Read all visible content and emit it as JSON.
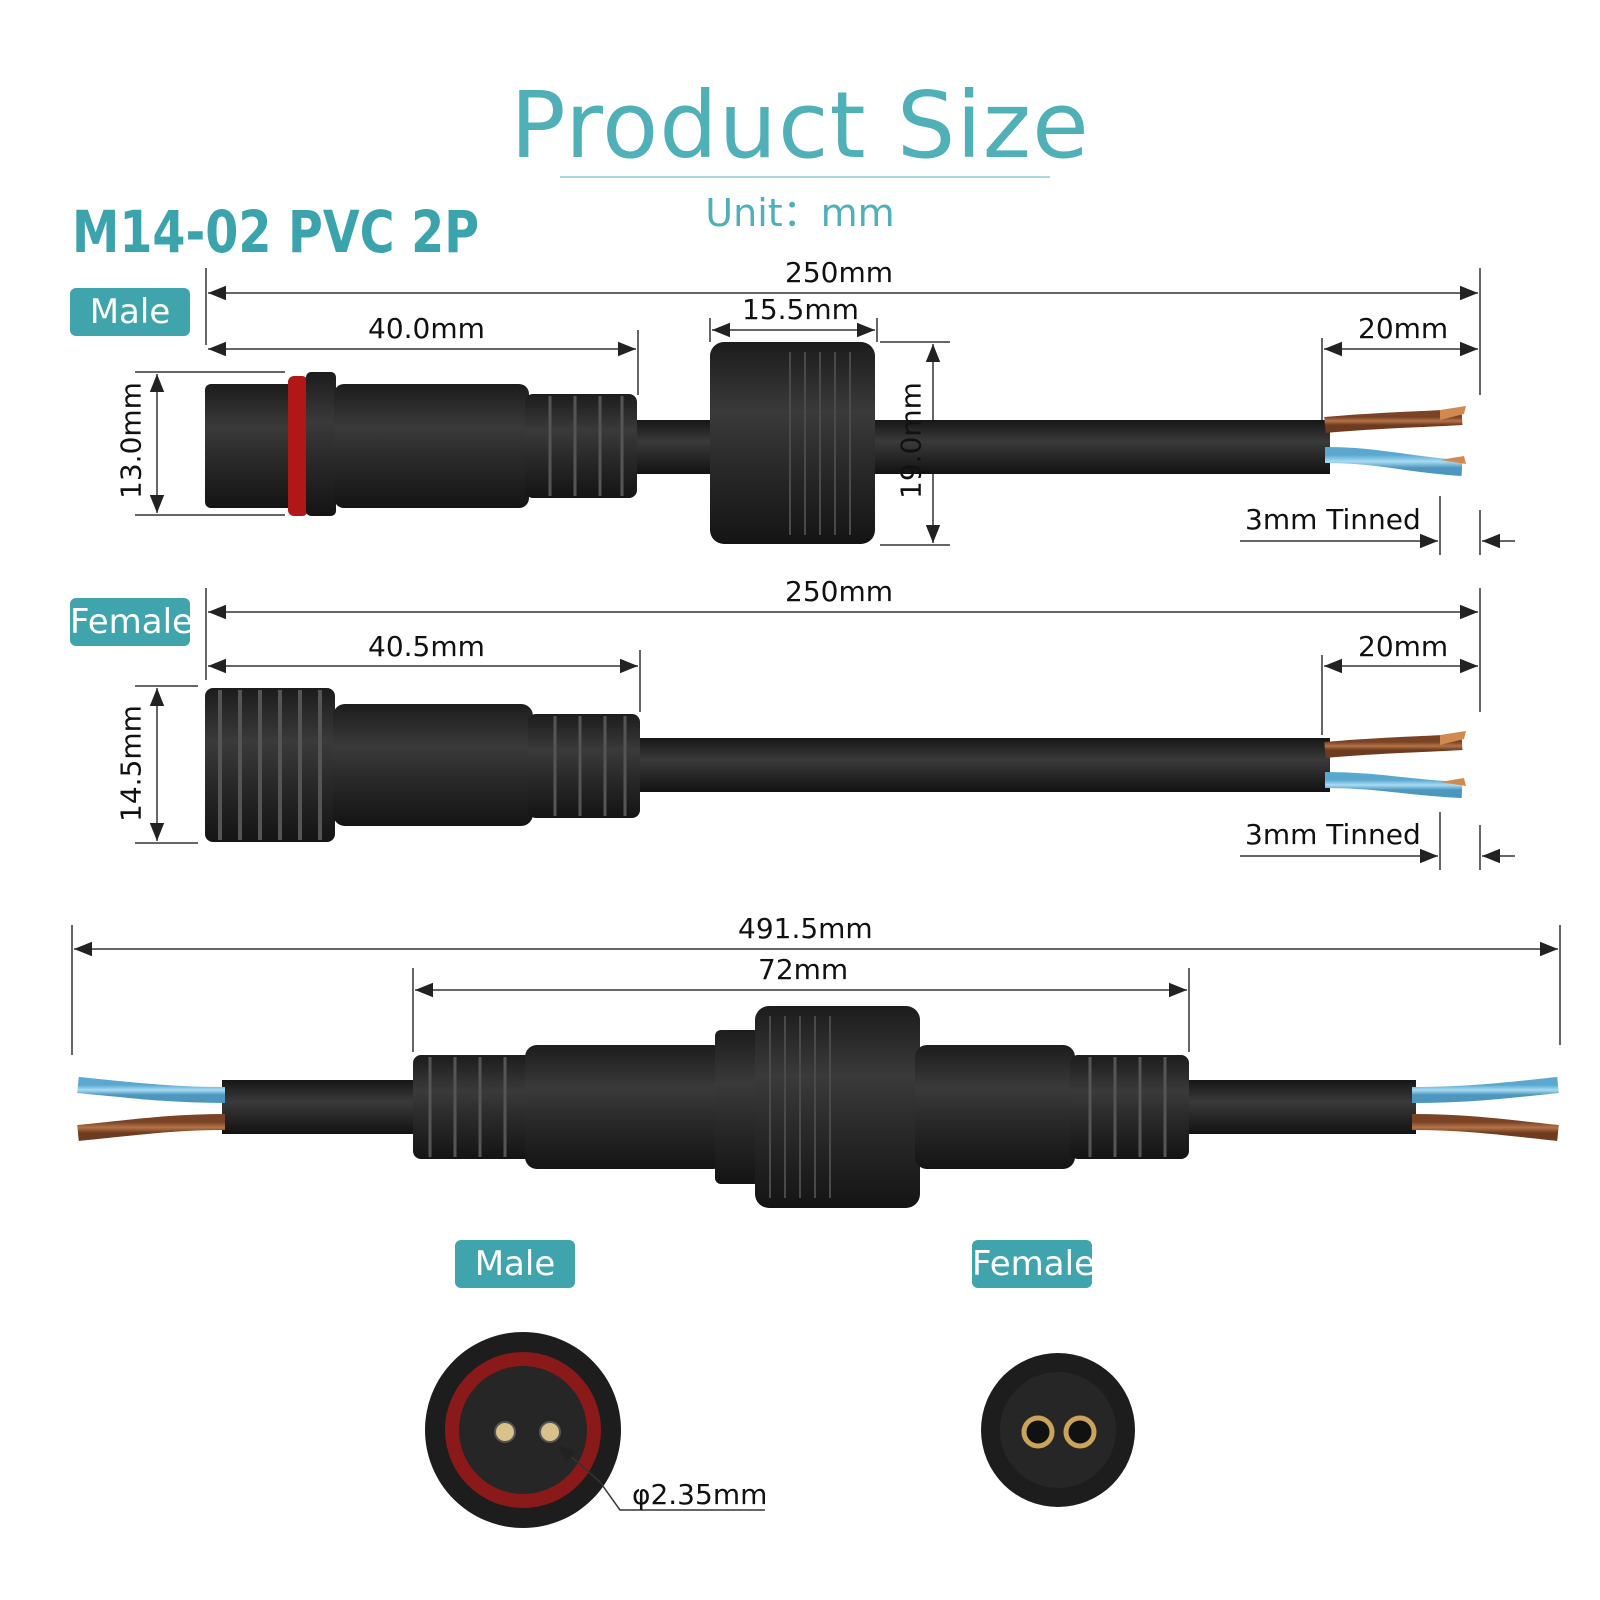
{
  "header": {
    "title": "Product Size",
    "unit": "Unit：mm",
    "model": "M14-02 PVC 2P"
  },
  "male_section": {
    "tag": "Male",
    "total_length": "250mm",
    "connector_length": "40.0mm",
    "nut_width": "15.5mm",
    "strip_length": "20mm",
    "body_diameter": "13.0mm",
    "nut_diameter": "19.0mm",
    "tinned": "3mm Tinned"
  },
  "female_section": {
    "tag": "Female",
    "total_length": "250mm",
    "connector_length": "40.5mm",
    "strip_length": "20mm",
    "body_diameter": "14.5mm",
    "tinned": "3mm Tinned"
  },
  "mated_section": {
    "total_length": "491.5mm",
    "mated_length": "72mm"
  },
  "face_views": {
    "male_tag": "Male",
    "female_tag": "Female",
    "pin_diameter": "φ2.35mm"
  },
  "colors": {
    "accent": "#3fa4ac",
    "title": "#4fb0b8",
    "brown_wire": "#a0603a",
    "blue_wire": "#7ec0e0",
    "body": "#2a2a2a",
    "seal": "#b01818"
  }
}
